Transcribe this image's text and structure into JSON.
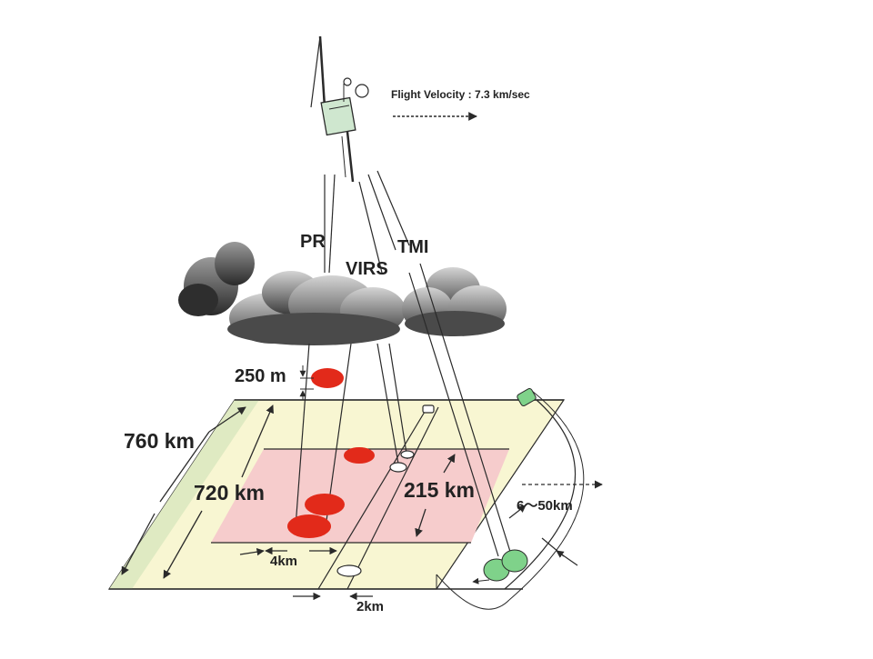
{
  "labels": {
    "flight_velocity": "Flight Velocity : 7.3 km/sec",
    "pr": "PR",
    "virs": "VIRS",
    "tmi": "TMI",
    "height_250m": "250 m",
    "swath_760km": "760 km",
    "swath_720km": "720 km",
    "swath_215km": "215 km",
    "footprint_4km": "4km",
    "footprint_2km": "2km",
    "footprint_6_50km": "6～50km"
  },
  "colors": {
    "outer_swath": "#f8f6d2",
    "outer_swath_edge": "#dfeac2",
    "inner_swath": "#f6cccc",
    "rain_footprint": "#e22a1a",
    "tmi_footprint": "#7fd28a",
    "line": "#2a2a2a"
  },
  "icons": {
    "satellite": "satellite-icon",
    "cloud": "cloud-icon"
  }
}
